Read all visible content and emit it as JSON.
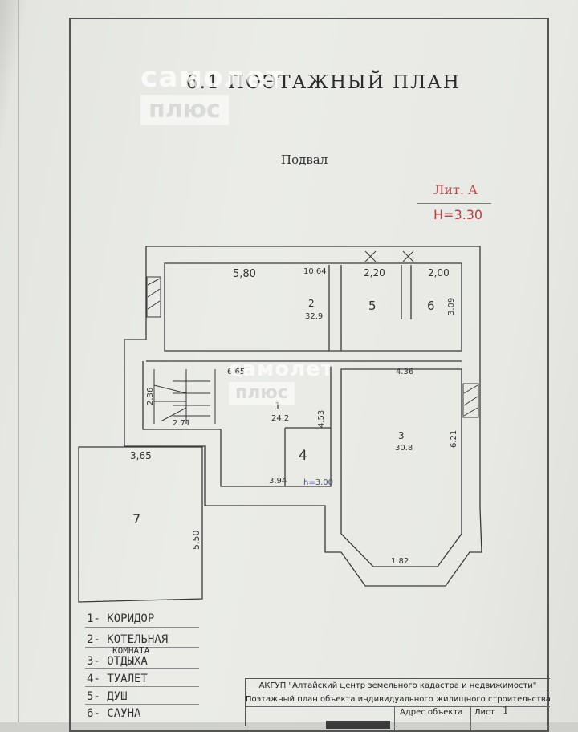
{
  "header": {
    "title": "6.1 ПОЭТАЖНЫЙ ПЛАН",
    "subtitle": "Подвал",
    "lit": "Лит. А",
    "height": "H=3.30"
  },
  "watermark": {
    "line1": "самолет",
    "line2": "плюс"
  },
  "plan": {
    "dimensions": {
      "d1": "5,80",
      "d2": "10.64",
      "d3": "2,20",
      "d4": "2,00",
      "d5": "3.09",
      "d6": "6.65",
      "d7": "4.36",
      "d8": "2.36",
      "d9": "2.71",
      "d10": "4.53",
      "d11": "6.21",
      "d12": "3,65",
      "d13": "3.94",
      "d14": "5,50",
      "d15": "1.82"
    },
    "rooms": [
      {
        "num": "2",
        "area": "32.9"
      },
      {
        "num": "5"
      },
      {
        "num": "6"
      },
      {
        "num": "1",
        "area": "24.2"
      },
      {
        "num": "3",
        "area": "30.8"
      },
      {
        "num": "4"
      },
      {
        "num": "7"
      }
    ],
    "room_height_note": "h=3.00"
  },
  "legend": [
    "1- КОРИДОР",
    "2- КОТЕЛЬНАЯ",
    "КОМНАТА",
    "3- ОТДЫХА",
    "4- ТУАЛЕТ",
    "5- ДУШ",
    "6- САУНА"
  ],
  "stamp": {
    "org": "АКГУП \"Алтайский центр земельного кадастра и недвижимости\"",
    "doc": "Поэтажный план объекта индивидуального жилищного строительства",
    "address_label": "Адрес объекта",
    "sheet_label": "Лист",
    "sheet_no": "1"
  }
}
